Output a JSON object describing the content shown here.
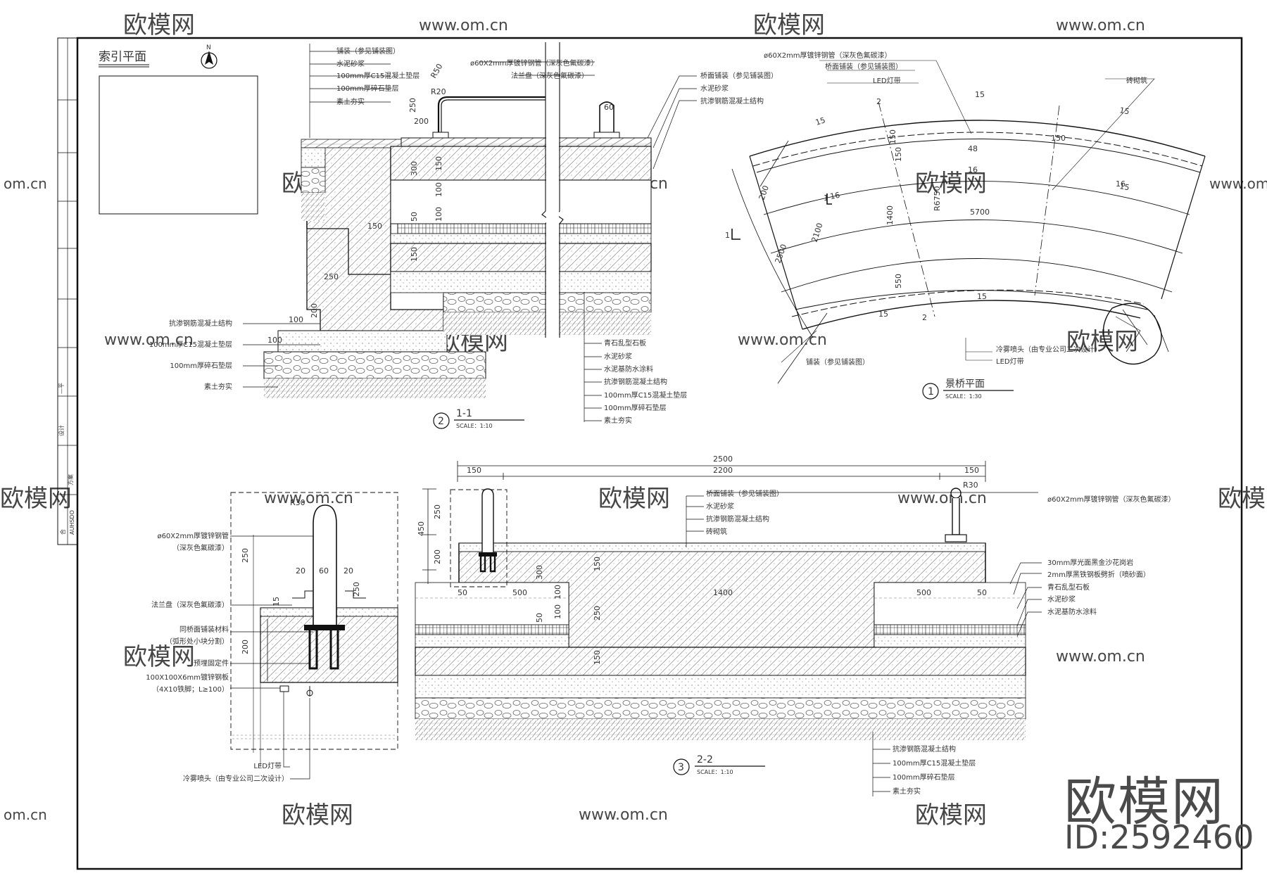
{
  "watermark": {
    "brand": "欧模网",
    "site": "www.om.cn",
    "site_short": "om.cn",
    "id_text": "ID:2592460"
  },
  "sheet": {
    "index_title": "索引平面",
    "north": "N",
    "title_block": [
      "—平",
      "设计",
      "方案",
      "合",
      "AUHSDO"
    ]
  },
  "section_1_1": {
    "number": "2",
    "title": "1-1",
    "scale": "SCALE：1:10",
    "dims": [
      "R50",
      "R20",
      "250",
      "200",
      "60",
      "300",
      "150",
      "100",
      "100",
      "50",
      "150",
      "150",
      "250",
      "100",
      "200",
      "100"
    ],
    "labels_top": [
      "铺装（参见铺装图）",
      "水泥砂浆",
      "100mm厚C15混凝土垫层",
      "100mm厚碎石垫层",
      "素土夯实"
    ],
    "labels_top_mid": [
      "ø60X2mm厚镀锌钢管（深灰色氟碳漆）",
      "法兰盘（深灰色氟碳漆）"
    ],
    "labels_top_right": [
      "桥面铺装（参见铺装图）",
      "水泥砂浆",
      "抗渗钢筋混凝土结构"
    ],
    "labels_left": [
      "抗渗钢筋混凝土结构",
      "100mm厚C15混凝土垫层",
      "100mm厚碎石垫层",
      "素土夯实"
    ],
    "labels_bottom_right": [
      "青石乱型石板",
      "水泥砂浆",
      "水泥基防水涂料",
      "抗渗钢筋混凝土结构",
      "100mm厚C15混凝土垫层",
      "100mm厚碎石垫层",
      "素土夯实"
    ]
  },
  "plan": {
    "number": "1",
    "title": "景桥平面",
    "scale": "SCALE：1:30",
    "labels": [
      "ø60X2mm厚镀锌钢管（深灰色氟碳漆）",
      "桥面铺装（参见铺装图）",
      "LED灯带",
      "砖砌筑",
      "铺装（参见铺装图）",
      "冷雾喷头（由专业公司二次设计）",
      "LED灯带"
    ],
    "dims": [
      "15",
      "15",
      "15",
      "15",
      "48",
      "16",
      "16",
      "16",
      "150",
      "150",
      "150",
      "R6750",
      "200",
      "1400",
      "2100",
      "5700",
      "550",
      "2500",
      "15",
      "15",
      "2",
      "2",
      "1",
      "1"
    ]
  },
  "detail": {
    "dims": [
      "R30",
      "250",
      "20",
      "60",
      "20",
      "15",
      "200",
      "250"
    ],
    "labels": [
      "ø60X2mm厚镀锌钢管",
      "（深灰色氟碳漆）",
      "法兰盘（深灰色氟碳漆）",
      "同桥面铺装材料",
      "（弧形处小块分割）",
      "预埋固定件",
      "100X100X6mm镀锌钢板",
      "（4X10铁脚；L≥100）",
      "LED灯带",
      "冷雾喷头（由专业公司二次设计）"
    ]
  },
  "section_2_2": {
    "number": "3",
    "title": "2-2",
    "scale": "SCALE：1:10",
    "dims": [
      "2500",
      "150",
      "2200",
      "150",
      "R30",
      "450",
      "250",
      "200",
      "300",
      "150",
      "50",
      "500",
      "100",
      "1400",
      "250",
      "500",
      "50",
      "50",
      "100",
      "150"
    ],
    "labels_top": [
      "桥面铺装（参见铺装图）",
      "水泥砂浆",
      "抗渗钢筋混凝土结构",
      "砖砌筑"
    ],
    "label_pipe": "ø60X2mm厚镀锌钢管（深灰色氟碳漆）",
    "labels_right": [
      "30mm厚光面黑金沙花岗岩",
      "2mm厚黑铁钢板劈折（喷砂面）",
      "青石乱型石板",
      "水泥砂浆",
      "水泥基防水涂料"
    ],
    "labels_bottom": [
      "抗渗钢筋混凝土结构",
      "100mm厚C15混凝土垫层",
      "100mm厚碎石垫层",
      "素土夯实"
    ]
  }
}
